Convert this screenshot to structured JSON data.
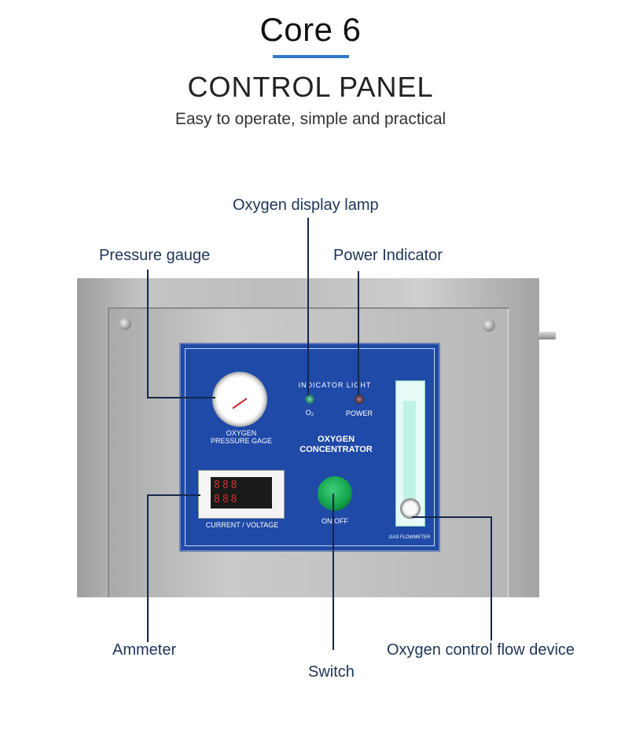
{
  "header": {
    "title": "Core 6",
    "heading": "CONTROL PANEL",
    "subheading": "Easy to operate, simple and practical"
  },
  "callouts": {
    "oxygen_lamp": "Oxygen display lamp",
    "pressure_gauge": "Pressure gauge",
    "power_indicator": "Power Indicator",
    "ammeter": "Ammeter",
    "switch": "Switch",
    "flow_device": "Oxygen control flow device"
  },
  "panel": {
    "gauge_label": "OXYGEN\nPRESSURE GAGE",
    "indicator_label": "INDICATOR LIGHT",
    "o2_label": "O₂",
    "power_label": "POWER",
    "title": "OXYGEN\nCONCENTRATOR",
    "display_row1": "888",
    "display_row2": "888",
    "display_label": "CURRENT / VOLTAGE",
    "switch_label": "ON/OFF",
    "flowmeter_label": "GAS FLOWMETER"
  },
  "colors": {
    "accent_underline": "#2f78c8",
    "panel_blue": "#1f4aa8",
    "leader_lines": "#14284a",
    "switch_green": "#10a048"
  }
}
